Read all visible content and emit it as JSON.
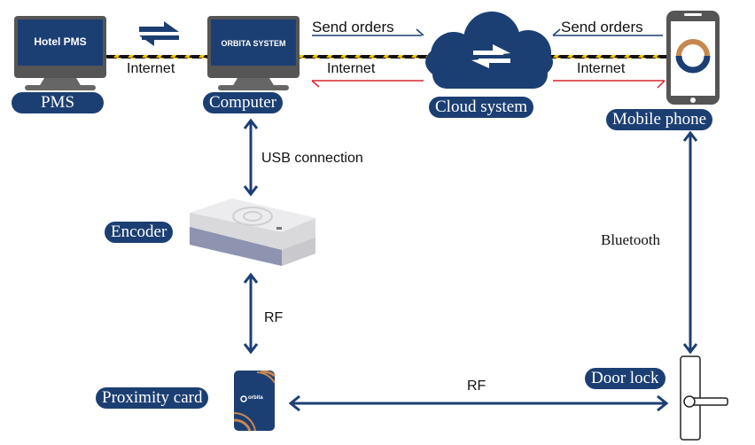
{
  "diagram": {
    "nodes": {
      "pms": {
        "label": "PMS",
        "screen_text": "Hotel PMS"
      },
      "computer": {
        "label": "Computer",
        "screen_text": "ORBITA SYSTEM"
      },
      "cloud": {
        "label": "Cloud system"
      },
      "mobile": {
        "label": "Mobile phone"
      },
      "encoder": {
        "label": "Encoder"
      },
      "card": {
        "label": "Proximity card",
        "brand_text": "orbita"
      },
      "doorlock": {
        "label": "Door lock"
      }
    },
    "connections": {
      "pms_computer": "Internet",
      "computer_cloud_send": "Send orders",
      "computer_cloud_return": "Internet",
      "cloud_mobile_send": "Send orders",
      "cloud_mobile_return": "Internet",
      "computer_encoder": "USB connection",
      "encoder_card": "RF",
      "mobile_doorlock": "Bluetooth",
      "card_doorlock": "RF"
    },
    "colors": {
      "primary": "#1c3f73",
      "monitor_frame": "#555555",
      "return_arrow": "#d9232e",
      "cable_yellow": "#f2c500",
      "accent_orange": "#c8874e"
    }
  }
}
